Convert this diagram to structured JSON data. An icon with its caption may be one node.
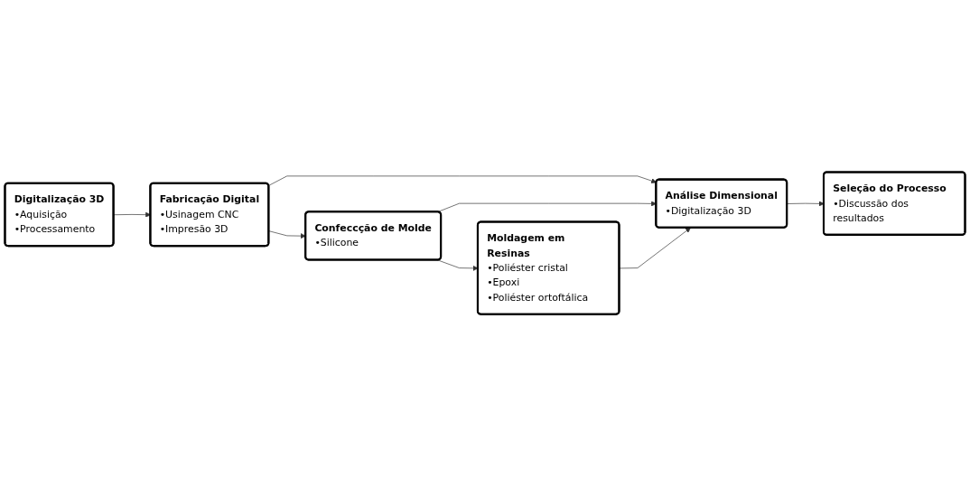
{
  "diagram": {
    "nodes": [
      {
        "text": [
          "Digitalização 3D",
          "•Aquisição",
          "•Processamento"
        ]
      },
      {
        "text": [
          "Fabricação Digital",
          "•Usinagem CNC",
          "•Impresão 3D"
        ]
      },
      {
        "text": [
          "Confeccção de Molde",
          "•Silicone"
        ]
      },
      {
        "text": [
          "Moldagem em Resinas",
          "•Poliéster cristal",
          "•Epoxi",
          "•Poliéster ortoftálica"
        ]
      },
      {
        "text": [
          "Análise Dimensional",
          "•Digitalização 3D"
        ]
      },
      {
        "text": [
          "Seleção do Processo",
          "•Discussão dos resultados"
        ]
      }
    ],
    "edges": [
      {
        "from": 0,
        "to": 1,
        "arrow": "to"
      },
      {
        "from": 1,
        "to": 2,
        "arrow": "to"
      },
      {
        "from": 2,
        "to": 3,
        "arrow": "to"
      },
      {
        "from": 1,
        "to": 4,
        "arrow": "to"
      },
      {
        "from": 2,
        "to": 4,
        "arrow": "to"
      },
      {
        "from": 3,
        "to": 4,
        "arrow": "to"
      },
      {
        "from": 4,
        "to": 5,
        "arrow": "to"
      }
    ]
  }
}
